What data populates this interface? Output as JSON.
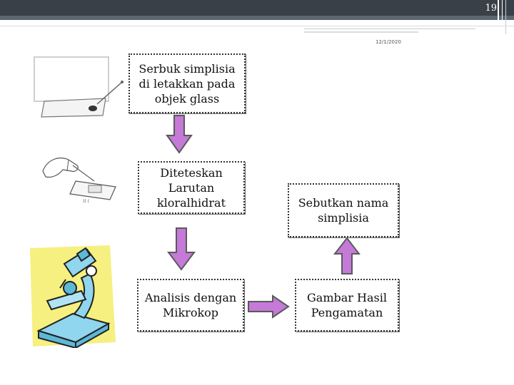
{
  "slide": {
    "page_number": "19",
    "date": "12/1/2020"
  },
  "flow": {
    "step1": "Serbuk simplisia\ndi letakkan pada\nobjek glass",
    "step2": "Diteteskan\nLarutan\nkloralhidrat",
    "step3": "Analisis dengan\nMikrokop",
    "step4": "Gambar Hasil\nPengamatan",
    "step5": "Sebutkan nama\nsimplisia"
  },
  "colors": {
    "arrow_fill": "#c47ad6",
    "arrow_stroke": "#5a5a5a",
    "header_bar": "#3a4047",
    "microscope_bg": "#f5f080",
    "microscope_body": "#8fd6ee"
  },
  "icons": [
    "slide-illustration",
    "dropper-illustration",
    "microscope-illustration"
  ]
}
